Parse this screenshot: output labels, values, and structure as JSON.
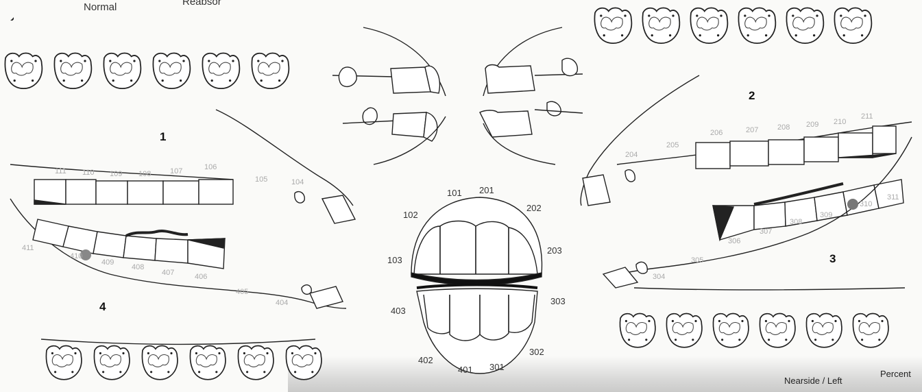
{
  "header": {
    "normal_label": "Normal",
    "partial_label": "Reabsor"
  },
  "quadrants": {
    "q1": "1",
    "q2": "2",
    "q3": "3",
    "q4": "4"
  },
  "upper_right": [
    "111",
    "110",
    "109",
    "108",
    "107",
    "106",
    "105",
    "104"
  ],
  "upper_left": [
    "204",
    "205",
    "206",
    "207",
    "208",
    "209",
    "210",
    "211"
  ],
  "lower_left": [
    "304",
    "305",
    "306",
    "307",
    "308",
    "309",
    "310",
    "311"
  ],
  "lower_right": [
    "411",
    "410",
    "409",
    "408",
    "407",
    "406",
    "405",
    "404"
  ],
  "incisors": [
    "101",
    "201",
    "202",
    "203",
    "102",
    "103",
    "403",
    "303",
    "402",
    "401",
    "301",
    "302"
  ],
  "footer": {
    "side": "Nearside / Left",
    "percent": "Percent"
  }
}
